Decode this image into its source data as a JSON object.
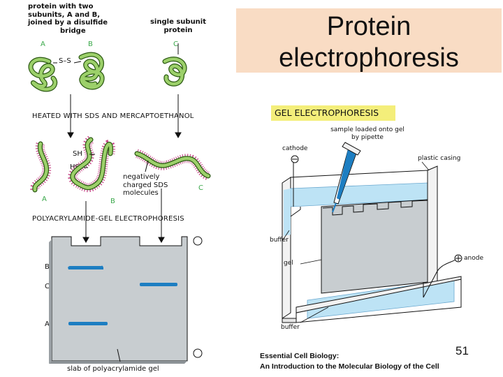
{
  "slide": {
    "title": "Protein\nelectrophoresis",
    "page_number": "51",
    "citation_line1": "Essential Cell Biology:",
    "citation_line2": "An Introduction to the Molecular Biology of the Cell"
  },
  "left_diagram": {
    "two_subunit_label": [
      "protein with two",
      "subunits, A and B,",
      "joined by a disulfide",
      "bridge"
    ],
    "single_subunit_label": [
      "single subunit",
      "protein"
    ],
    "label_a": "A",
    "label_b": "B",
    "label_c": "C",
    "disulfide": "S–S",
    "heated_label": "HEATED WITH SDS AND MERCAPTOETHANOL",
    "sh": "SH",
    "hs": "HS",
    "sds_label": [
      "negatively",
      "charged SDS",
      "molecules"
    ],
    "page_label": "POLYACRYLAMIDE-GEL ELECTROPHORESIS",
    "minus": "−",
    "plus": "+",
    "slab_label": "slab of polyacrylamide gel",
    "lane_labels": [
      "B",
      "C",
      "A"
    ]
  },
  "right_diagram": {
    "badge": "GEL ELECTROPHORESIS",
    "sample_label": [
      "sample loaded onto gel",
      "by pipette"
    ],
    "cathode": "cathode",
    "plastic_casing": "plastic casing",
    "buffer_top": "buffer",
    "gel": "gel",
    "anode": "anode",
    "buffer_bottom": "buffer"
  },
  "colors": {
    "title_bg": "#f9dcc4",
    "protein_green": "#9cd06a",
    "protein_outline": "#2d5a14",
    "sds_pink": "#c84a8a",
    "gel_gray": "#c8cdd0",
    "band_blue": "#1d7ec2",
    "buffer_blue": "#bde3f5",
    "badge_yellow": "#f4ee7a"
  }
}
